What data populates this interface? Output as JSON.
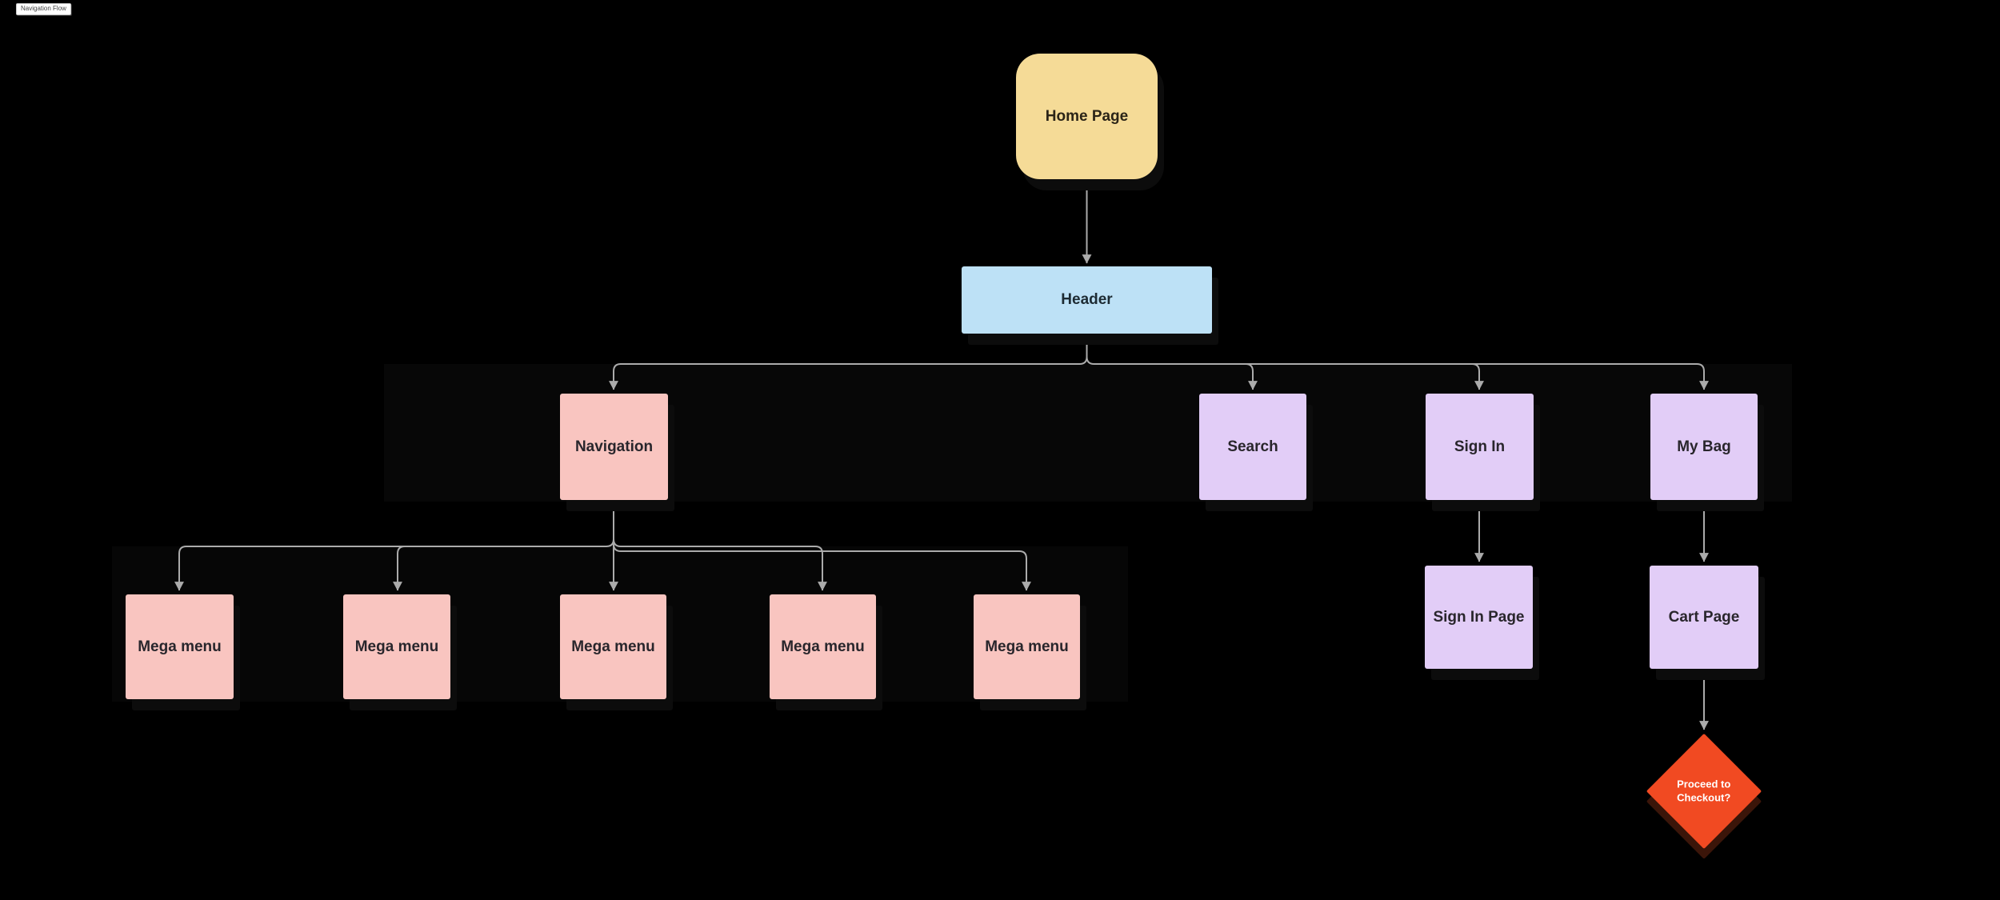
{
  "section": {
    "label": "Navigation Flow"
  },
  "nodes": {
    "home_page": {
      "label": "Home Page",
      "shape": "rounded-rect",
      "fill": "#F5DB97"
    },
    "header": {
      "label": "Header",
      "shape": "rect",
      "fill": "#BDE1F6"
    },
    "navigation": {
      "label": "Navigation",
      "shape": "rect",
      "fill": "#F9C5C0"
    },
    "search": {
      "label": "Search",
      "shape": "rect",
      "fill": "#E2CDF7"
    },
    "sign_in": {
      "label": "Sign In",
      "shape": "rect",
      "fill": "#E2CDF7"
    },
    "my_bag": {
      "label": "My Bag",
      "shape": "rect",
      "fill": "#E2CDF7"
    },
    "mega_menu_1": {
      "label": "Mega menu",
      "shape": "rect",
      "fill": "#F9C5C0"
    },
    "mega_menu_2": {
      "label": "Mega menu",
      "shape": "rect",
      "fill": "#F9C5C0"
    },
    "mega_menu_3": {
      "label": "Mega menu",
      "shape": "rect",
      "fill": "#F9C5C0"
    },
    "mega_menu_4": {
      "label": "Mega menu",
      "shape": "rect",
      "fill": "#F9C5C0"
    },
    "mega_menu_5": {
      "label": "Mega menu",
      "shape": "rect",
      "fill": "#F9C5C0"
    },
    "sign_in_page": {
      "label": "Sign In Page",
      "shape": "rect",
      "fill": "#E2CDF7"
    },
    "cart_page": {
      "label": "Cart Page",
      "shape": "rect",
      "fill": "#E2CDF7"
    },
    "checkout_decision": {
      "label_line_1": "Proceed to",
      "label_line_2": "Checkout?",
      "shape": "diamond",
      "fill": "#F14A22"
    }
  },
  "edges": [
    {
      "from": "Home Page",
      "to": "Header"
    },
    {
      "from": "Header",
      "to": "Navigation"
    },
    {
      "from": "Header",
      "to": "Search"
    },
    {
      "from": "Header",
      "to": "Sign In"
    },
    {
      "from": "Header",
      "to": "My Bag"
    },
    {
      "from": "Navigation",
      "to": "Mega menu 1"
    },
    {
      "from": "Navigation",
      "to": "Mega menu 2"
    },
    {
      "from": "Navigation",
      "to": "Mega menu 3"
    },
    {
      "from": "Navigation",
      "to": "Mega menu 4"
    },
    {
      "from": "Navigation",
      "to": "Mega menu 5"
    },
    {
      "from": "Sign In",
      "to": "Sign In Page"
    },
    {
      "from": "My Bag",
      "to": "Cart Page"
    },
    {
      "from": "Cart Page",
      "to": "Proceed to Checkout?"
    }
  ],
  "style": {
    "canvas_background": "#000000",
    "connector_color": "#ABABAB",
    "node_text_color": "#29262c",
    "diamond_text_color": "#ffffff"
  }
}
